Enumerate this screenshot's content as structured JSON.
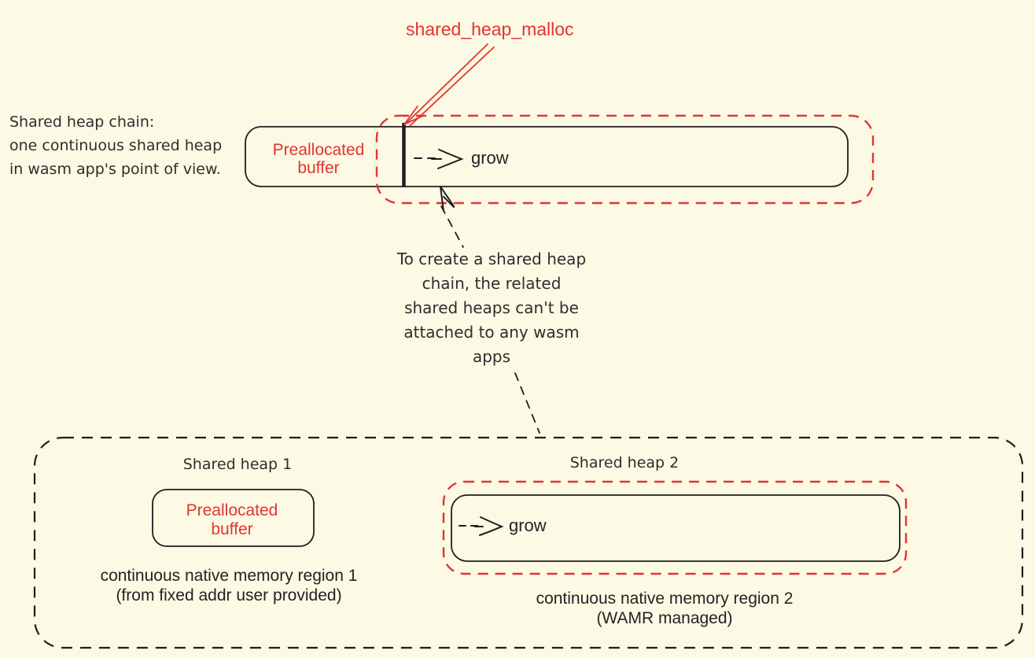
{
  "colors": {
    "background": "#fcf9e4",
    "ink": "#1e1e1e",
    "red": "#e23531",
    "soft_text": "#2e2e2e"
  },
  "top_label": "shared_heap_malloc",
  "left_note": "Shared heap chain:\none continuous shared heap\nin wasm app's point of view.",
  "heap_chain": {
    "preallocated_buffer": "Preallocated\nbuffer",
    "grow_label": "grow"
  },
  "middle_note": "To create a shared heap\nchain, the related\nshared heaps can't be\nattached to any wasm\napps",
  "bottom": {
    "heap1": {
      "title": "Shared heap 1",
      "box_label": "Preallocated\nbuffer",
      "caption": "continuous native memory region 1\n(from fixed addr user provided)"
    },
    "heap2": {
      "title": "Shared heap 2",
      "grow_label": "grow",
      "caption": "continuous native memory region 2\n(WAMR managed)"
    }
  }
}
